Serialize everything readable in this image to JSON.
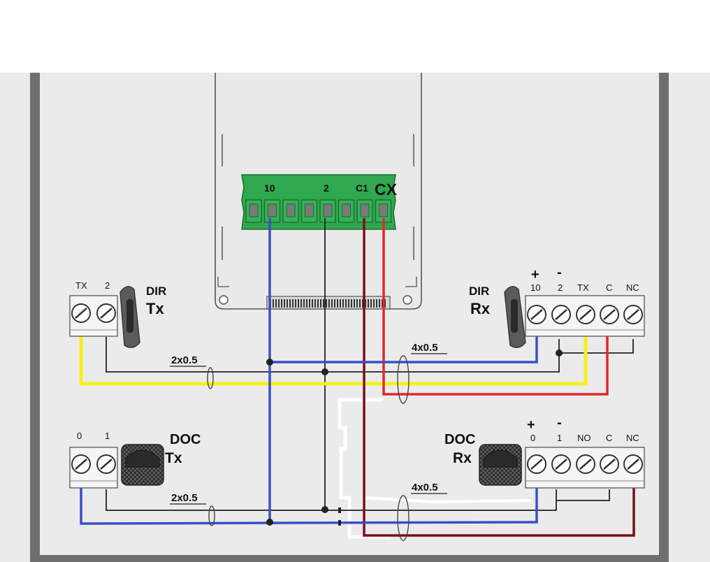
{
  "board": {
    "terminal_labels": [
      "10",
      "2",
      "C1"
    ],
    "title": "CX"
  },
  "dir_tx": {
    "terminals": [
      "TX",
      "2"
    ],
    "name_line1": "DIR",
    "name_line2": "Tx"
  },
  "dir_rx": {
    "polarity": [
      "+",
      "-"
    ],
    "terminals": [
      "10",
      "2",
      "TX",
      "C",
      "NC"
    ],
    "name_line1": "DIR",
    "name_line2": "Rx"
  },
  "doc_tx": {
    "terminals": [
      "0",
      "1"
    ],
    "name_line1": "DOC",
    "name_line2": "Tx"
  },
  "doc_rx": {
    "polarity": [
      "+",
      "-"
    ],
    "terminals": [
      "0",
      "1",
      "NO",
      "C",
      "NC"
    ],
    "name_line1": "DOC",
    "name_line2": "Rx"
  },
  "cables": {
    "tx_top": "2x0.5",
    "rx_top": "4x0.5",
    "tx_bottom": "2x0.5",
    "rx_bottom": "4x0.5"
  },
  "colors": {
    "background": "#ffffff",
    "panel": "#ebebeb",
    "frame": "#6f6f6f",
    "board": "#e9e9e9",
    "terminal_green": "#2fa84f",
    "wire_blue": "#3b4fc4",
    "wire_yellow": "#f5f01a",
    "wire_red": "#e3262e",
    "wire_darkred": "#7a0f1c",
    "wire_black": "#222222",
    "wire_white": "#ffffff"
  }
}
